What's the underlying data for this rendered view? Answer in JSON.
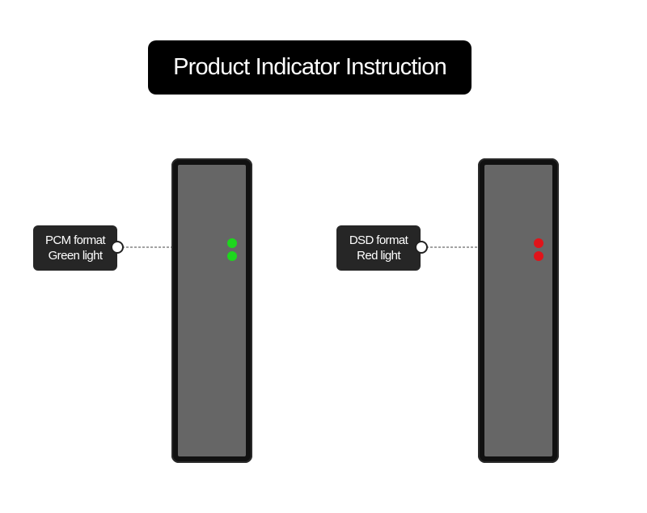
{
  "title": "Product Indicator Instruction",
  "indicators": [
    {
      "line1": "PCM format",
      "line2": "Green light",
      "light_color": "#1ed61e"
    },
    {
      "line1": "DSD format",
      "line2": "Red light",
      "light_color": "#e0141a"
    }
  ],
  "colors": {
    "device_body": "#111111",
    "device_screen": "#666666",
    "callout_bg": "#262626",
    "title_bg": "#000000"
  }
}
